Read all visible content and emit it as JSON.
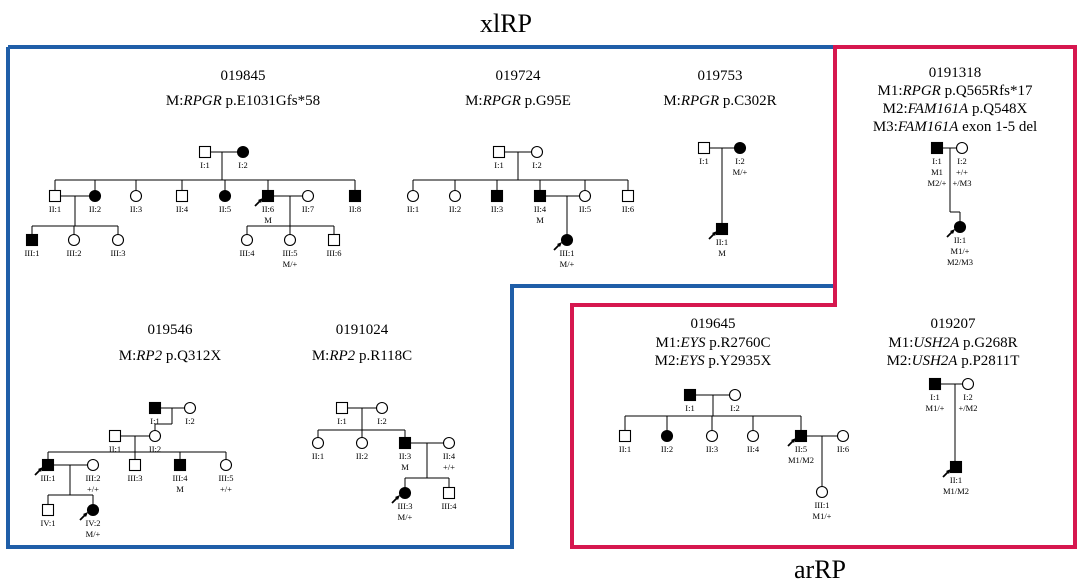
{
  "groups": {
    "xl": {
      "label": "xlRP",
      "color": "#1f5ea8"
    },
    "ar": {
      "label": "arRP",
      "color": "#d6174f"
    }
  },
  "families": [
    {
      "id": "019845",
      "mutations": [
        [
          {
            "t": "M:"
          },
          {
            "t": "RPGR",
            "i": true
          },
          {
            "t": " p.E1031Gfs*58"
          }
        ]
      ],
      "members": [
        {
          "label": "I:1",
          "sex": "m",
          "aff": false
        },
        {
          "label": "I:2",
          "sex": "f",
          "aff": true
        },
        {
          "label": "II:1",
          "sex": "m",
          "aff": false
        },
        {
          "label": "II:2",
          "sex": "f",
          "aff": true
        },
        {
          "label": "II:3",
          "sex": "f",
          "aff": false
        },
        {
          "label": "II:4",
          "sex": "m",
          "aff": false
        },
        {
          "label": "II:5",
          "sex": "f",
          "aff": true
        },
        {
          "label": "II:6",
          "sex": "m",
          "aff": true,
          "proband": true,
          "geno": [
            "M"
          ]
        },
        {
          "label": "II:7",
          "sex": "f",
          "aff": false
        },
        {
          "label": "II:8",
          "sex": "m",
          "aff": true
        },
        {
          "label": "III:1",
          "sex": "m",
          "aff": true
        },
        {
          "label": "III:2",
          "sex": "f",
          "aff": false
        },
        {
          "label": "III:3",
          "sex": "f",
          "aff": false
        },
        {
          "label": "III:4",
          "sex": "f",
          "aff": false
        },
        {
          "label": "III:5",
          "sex": "f",
          "aff": false,
          "geno": [
            "M/+"
          ]
        },
        {
          "label": "III:6",
          "sex": "m",
          "aff": false
        }
      ]
    },
    {
      "id": "019724",
      "mutations": [
        [
          {
            "t": "M:"
          },
          {
            "t": "RPGR",
            "i": true
          },
          {
            "t": " p.G95E"
          }
        ]
      ],
      "members": [
        {
          "label": "I:1",
          "sex": "m",
          "aff": false
        },
        {
          "label": "I:2",
          "sex": "f",
          "aff": false
        },
        {
          "label": "II:1",
          "sex": "f",
          "aff": false
        },
        {
          "label": "II:2",
          "sex": "f",
          "aff": false
        },
        {
          "label": "II:3",
          "sex": "m",
          "aff": true
        },
        {
          "label": "II:4",
          "sex": "m",
          "aff": true,
          "geno": [
            "M"
          ]
        },
        {
          "label": "II:5",
          "sex": "f",
          "aff": false
        },
        {
          "label": "II:6",
          "sex": "m",
          "aff": false
        },
        {
          "label": "III:1",
          "sex": "f",
          "aff": true,
          "proband": true,
          "geno": [
            "M/+"
          ]
        }
      ]
    },
    {
      "id": "019753",
      "mutations": [
        [
          {
            "t": "M:"
          },
          {
            "t": "RPGR",
            "i": true
          },
          {
            "t": " p.C302R"
          }
        ]
      ],
      "members": [
        {
          "label": "I:1",
          "sex": "m",
          "aff": false
        },
        {
          "label": "I:2",
          "sex": "f",
          "aff": true,
          "geno": [
            "M/+"
          ]
        },
        {
          "label": "II:1",
          "sex": "m",
          "aff": true,
          "proband": true,
          "geno": [
            "M"
          ]
        }
      ]
    },
    {
      "id": "0191318",
      "mutations": [
        [
          {
            "t": "M1:"
          },
          {
            "t": "RPGR",
            "i": true
          },
          {
            "t": " p.Q565Rfs*17"
          }
        ],
        [
          {
            "t": "M2:"
          },
          {
            "t": "FAM161A",
            "i": true
          },
          {
            "t": " p.Q548X"
          }
        ],
        [
          {
            "t": "M3:"
          },
          {
            "t": "FAM161A",
            "i": true
          },
          {
            "t": " exon 1-5 del"
          }
        ]
      ],
      "members": [
        {
          "label": "I:1",
          "sex": "m",
          "aff": true,
          "geno": [
            "M1",
            "M2/+"
          ]
        },
        {
          "label": "I:2",
          "sex": "f",
          "aff": false,
          "geno": [
            "+/+",
            "+/M3"
          ]
        },
        {
          "label": "II:1",
          "sex": "f",
          "aff": true,
          "proband": true,
          "geno": [
            "M1/+",
            "M2/M3"
          ]
        }
      ]
    },
    {
      "id": "019546",
      "mutations": [
        [
          {
            "t": "M:"
          },
          {
            "t": "RP2",
            "i": true
          },
          {
            "t": " p.Q312X"
          }
        ]
      ],
      "members": [
        {
          "label": "I:1",
          "sex": "m",
          "aff": true
        },
        {
          "label": "I:2",
          "sex": "f",
          "aff": false
        },
        {
          "label": "II:1",
          "sex": "m",
          "aff": false
        },
        {
          "label": "II:2",
          "sex": "f",
          "aff": false
        },
        {
          "label": "III:1",
          "sex": "m",
          "aff": true,
          "proband": true
        },
        {
          "label": "III:2",
          "sex": "f",
          "aff": false,
          "geno": [
            "+/+"
          ]
        },
        {
          "label": "III:3",
          "sex": "m",
          "aff": false
        },
        {
          "label": "III:4",
          "sex": "m",
          "aff": true,
          "geno": [
            "M"
          ]
        },
        {
          "label": "III:5",
          "sex": "f",
          "aff": false,
          "geno": [
            "+/+"
          ]
        },
        {
          "label": "IV:1",
          "sex": "m",
          "aff": false
        },
        {
          "label": "IV:2",
          "sex": "f",
          "aff": true,
          "proband": true,
          "geno": [
            "M/+"
          ]
        }
      ]
    },
    {
      "id": "0191024",
      "mutations": [
        [
          {
            "t": "M:"
          },
          {
            "t": "RP2",
            "i": true
          },
          {
            "t": " p.R118C"
          }
        ]
      ],
      "members": [
        {
          "label": "I:1",
          "sex": "m",
          "aff": false
        },
        {
          "label": "I:2",
          "sex": "f",
          "aff": false
        },
        {
          "label": "II:1",
          "sex": "f",
          "aff": false
        },
        {
          "label": "II:2",
          "sex": "f",
          "aff": false
        },
        {
          "label": "II:3",
          "sex": "m",
          "aff": true,
          "geno": [
            "M"
          ]
        },
        {
          "label": "II:4",
          "sex": "f",
          "aff": false,
          "geno": [
            "+/+"
          ]
        },
        {
          "label": "III:3",
          "sex": "f",
          "aff": true,
          "proband": true,
          "geno": [
            "M/+"
          ]
        },
        {
          "label": "III:4",
          "sex": "m",
          "aff": false
        }
      ]
    },
    {
      "id": "019645",
      "mutations": [
        [
          {
            "t": "M1:"
          },
          {
            "t": "EYS",
            "i": true
          },
          {
            "t": " p.R2760C"
          }
        ],
        [
          {
            "t": "M2:"
          },
          {
            "t": "EYS",
            "i": true
          },
          {
            "t": " p.Y2935X"
          }
        ]
      ],
      "members": [
        {
          "label": "I:1",
          "sex": "m",
          "aff": true
        },
        {
          "label": "I:2",
          "sex": "f",
          "aff": false
        },
        {
          "label": "II:1",
          "sex": "m",
          "aff": false
        },
        {
          "label": "II:2",
          "sex": "f",
          "aff": true
        },
        {
          "label": "II:3",
          "sex": "f",
          "aff": false
        },
        {
          "label": "II:4",
          "sex": "f",
          "aff": false
        },
        {
          "label": "II:5",
          "sex": "m",
          "aff": true,
          "proband": true,
          "geno": [
            "M1/M2"
          ]
        },
        {
          "label": "II:6",
          "sex": "f",
          "aff": false
        },
        {
          "label": "III:1",
          "sex": "f",
          "aff": false,
          "geno": [
            "M1/+"
          ]
        }
      ]
    },
    {
      "id": "019207",
      "mutations": [
        [
          {
            "t": "M1:"
          },
          {
            "t": "USH2A",
            "i": true
          },
          {
            "t": " p.G268R"
          }
        ],
        [
          {
            "t": "M2:"
          },
          {
            "t": "USH2A",
            "i": true
          },
          {
            "t": " p.P2811T"
          }
        ]
      ],
      "members": [
        {
          "label": "I:1",
          "sex": "m",
          "aff": true,
          "geno": [
            "M1/+"
          ]
        },
        {
          "label": "I:2",
          "sex": "f",
          "aff": false,
          "geno": [
            "+/M2"
          ]
        },
        {
          "label": "II:1",
          "sex": "m",
          "aff": true,
          "proband": true,
          "geno": [
            "M1/M2"
          ]
        }
      ]
    }
  ]
}
